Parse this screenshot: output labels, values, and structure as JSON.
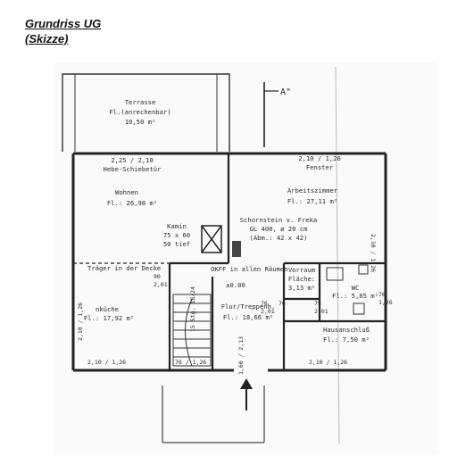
{
  "heading": {
    "line1": "Grundriss UG",
    "line2": "(Skizze)"
  },
  "section_marker": "A\"",
  "rooms": {
    "terrasse": {
      "name": "Terrasse",
      "area_label": "Fl.(anrechenbar)",
      "area": "10,50 m²"
    },
    "wohnen": {
      "door": "2,25 / 2,10",
      "door_type": "Hebe-Schiebetür",
      "name": "Wohnen",
      "area": "Fl.: 26,98 m²"
    },
    "arbeitszimmer": {
      "window": "2,10 / 1,26",
      "window_type": "Fenster",
      "name": "Arbeitszimmer",
      "area": "Fl.: 27,11 m²"
    },
    "kamin": {
      "name": "Kamin",
      "size": "75 x 60",
      "depth": "50 tief"
    },
    "schornstein": {
      "name": "Schornstein v. Freka",
      "spec": "GL 400, ø 20 cm",
      "dims": "(Abm.: 42 x 42)"
    },
    "kueche": {
      "name": "nküche",
      "area": "Fl.: 17,92 m²"
    },
    "flur": {
      "name": "Flur/Treppenh.",
      "area": "Fl.: 18,66 m²",
      "level": "±0.00"
    },
    "vorraum": {
      "name": "Vorraum",
      "area_label": "Fläche:",
      "area": "3,13 m²"
    },
    "wc": {
      "name": "WC",
      "area": "Fl.: 5,65 m²"
    },
    "hausanschluss": {
      "name": "Hausanschluß",
      "area": "Fl.: 7,50 m²"
    }
  },
  "annotations": {
    "traeger": "Träger in der Decke",
    "okff": "OKFF in allen Räumen",
    "stairs": "15 Stg. 18/24",
    "dim_90": "90",
    "dim_201": "2,01",
    "dim_76_left": "76",
    "dim_201_b": "2,01",
    "dim_76_right": "76",
    "dim_75": "75",
    "dim_201_c": "2,01",
    "wall_right": "2,10 / 1,26",
    "wall_left": "2,10 / 1,26",
    "win_bottom_left": "2,10 / 1,26",
    "win_bottom_mid": "76 / 1,26",
    "win_bottom_right": "2,10 / 1,26",
    "entry": "1,60 / 2,13",
    "wc_window_a": "76",
    "wc_window_b": "1,26"
  }
}
